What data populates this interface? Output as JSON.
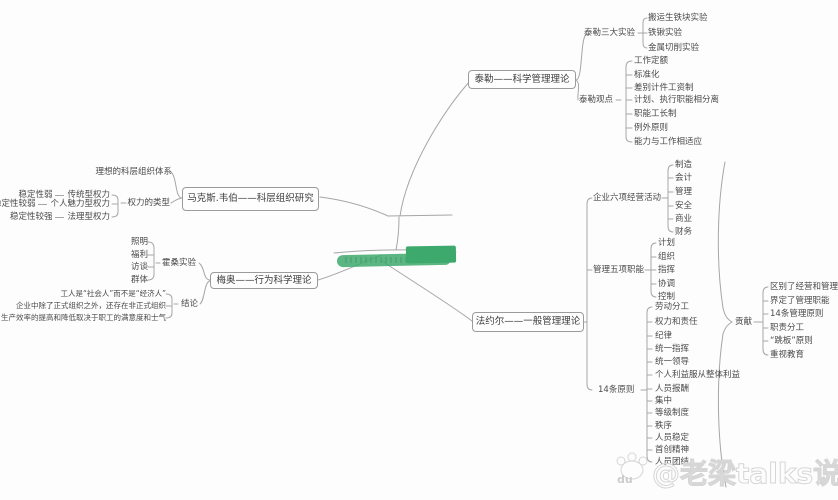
{
  "canvas": {
    "line_color": "#a6a6a6",
    "red_brace_color": "#b23d3d",
    "green_highlight": "#3ea96d"
  },
  "taylor": {
    "title": "泰勒——科学管理理论",
    "experiments": {
      "label": "泰勒三大实验",
      "items": [
        "搬运生铁块实验",
        "铁锹实验",
        "金属切削实验"
      ]
    },
    "viewpoints": {
      "label": "泰勒观点",
      "items": [
        "工作定额",
        "标准化",
        "差别计件工资制",
        "计划、执行职能相分离",
        "职能工长制",
        "例外原则",
        "能力与工作相适应"
      ]
    }
  },
  "weber": {
    "title": "马克斯.韦伯——科层组织研究",
    "ideal_system": "理想的科层组织体系",
    "power_types": {
      "label": "权力的类型",
      "rows": [
        {
          "stability": "稳定性弱",
          "type": "传统型权力"
        },
        {
          "stability": "稳定性较弱",
          "type": "个人魅力型权力"
        },
        {
          "stability": "稳定性较强",
          "type": "法理型权力"
        }
      ]
    }
  },
  "mayo": {
    "title": "梅奥——行为科学理论",
    "hawthorne": {
      "label": "霍桑实验",
      "items": [
        "照明",
        "福利",
        "访谈",
        "群体"
      ]
    },
    "conclusions": {
      "label": "结论",
      "items": [
        "工人是“社会人”而不是“经济人”",
        "企业中除了正式组织之外，还存在非正式组织",
        "生产效率的提高和降低取决于职工的满意度和士气"
      ]
    }
  },
  "fayol": {
    "title": "法约尔——一般管理理论",
    "activities": {
      "label": "企业六项经营活动",
      "items": [
        "制造",
        "会计",
        "管理",
        "安全",
        "商业",
        "财务"
      ]
    },
    "functions": {
      "label": "管理五项职能",
      "items": [
        "计划",
        "组织",
        "指挥",
        "协调",
        "控制"
      ]
    },
    "principles": {
      "label": "14条原则",
      "items": [
        "劳动分工",
        "权力和责任",
        "纪律",
        "统一指挥",
        "统一领导",
        "个人利益服从整体利益",
        "人员报酬",
        "集中",
        "等级制度",
        "秩序",
        "人员稳定",
        "首创精神",
        "人员团结"
      ]
    }
  },
  "contribution": {
    "label": "贡献",
    "items": [
      "区别了经营和管理",
      "界定了管理职能",
      "14条管理原则",
      "职责分工",
      "“跳板”原则",
      "重视教育"
    ]
  },
  "watermark": {
    "handle": "@老梁talks说",
    "baidu": "du"
  }
}
